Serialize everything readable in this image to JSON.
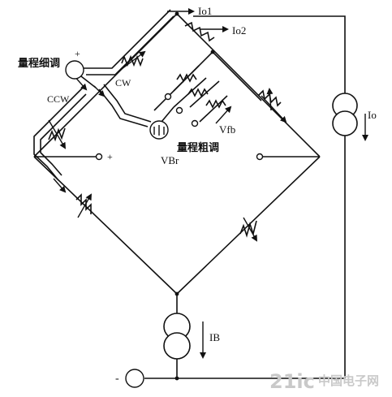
{
  "labels": {
    "io1": "Io1",
    "io2": "Io2",
    "io": "Io",
    "ib": "IB",
    "cw": "CW",
    "ccw": "CCW",
    "plus_top": "+",
    "plus_left": "+",
    "vfb": "Vfb",
    "vbr": "VBr",
    "fine_span": "量程细调",
    "coarse_span": "量程粗调",
    "minus": "-",
    "watermark_num": "21ic",
    "watermark_cn": "中国电子网"
  },
  "colors": {
    "line": "#111111",
    "background": "#ffffff",
    "watermark": "#c9c9c9"
  }
}
